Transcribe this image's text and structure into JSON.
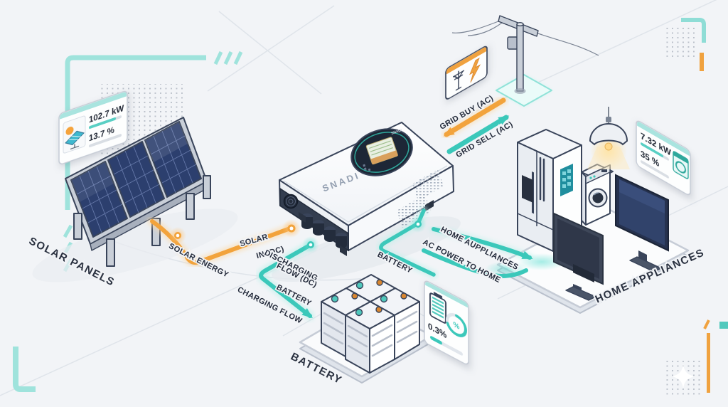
{
  "stations": {
    "solar_panels": {
      "label": "SOLAR PANELS"
    },
    "battery": {
      "label": "BATTERY"
    },
    "home_appliances": {
      "label": "HOME APPLIANCES"
    }
  },
  "inverter": {
    "brand": "SNADI",
    "screen_brand": "SNADI"
  },
  "cards": {
    "solar": {
      "power": "102.7 kW",
      "percent": "13.7 %"
    },
    "appliances": {
      "power": "7.32 kW",
      "percent": "35 %"
    },
    "battery": {
      "percent": "0.3%",
      "gauge_unit": "%"
    }
  },
  "flows": {
    "solar_energy": "SOLAR ENERGY",
    "solar_in": [
      "SOLAR",
      "IN (DC)"
    ],
    "discharging": [
      "DISCHARGING",
      "FLOW (DC)"
    ],
    "charging": [
      "BATTERY",
      "CHARGING FLOW"
    ],
    "battery_link": "BATTERY",
    "grid_buy": "GRID BUY (AC)",
    "grid_sell": "GRID SELL (AC)",
    "appliances_link": "HOME AUPPLIANCES",
    "ac_power_to_home": "AC POWER TO HOME"
  },
  "colors": {
    "accent_teal": "#3BC8BA",
    "accent_orange": "#F2A33C",
    "panel_navy": "#2C3F6E",
    "text_dark": "#242B3B"
  }
}
